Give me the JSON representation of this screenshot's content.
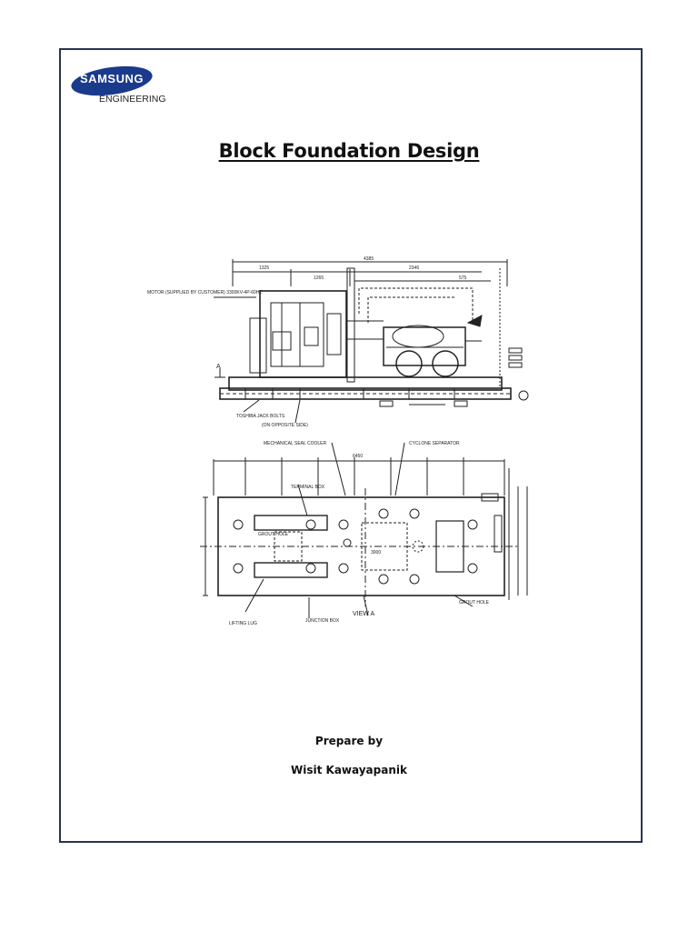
{
  "logo": {
    "brand": "SAMSUNG",
    "division": "ENGINEERING",
    "color": "#1a3a8c"
  },
  "title": "Block Foundation Design",
  "drawing": {
    "elevation_labels": {
      "motor_note": "MOTOR (SUPPLIED BY CUSTOMER) 3300KV-4P-60HZ",
      "jack_bolts": "TOSHIBA JACK BOLTS",
      "opposite_side": "(ON OPPOSITE SIDE)",
      "detail_a": "A",
      "dim_total": "4385",
      "dim_1": "1325",
      "dim_2": "1265",
      "dim_3": "2346",
      "dim_4": "575"
    },
    "plan_labels": {
      "seal_cooler": "MECHANICAL SEAL COOLER",
      "cyclone": "CYCLONE SEPARATOR",
      "terminal_box": "TERMINAL BOX",
      "grout_hole_1": "GROUT HOLE",
      "grout_hole_2": "GROUT HOLE",
      "junction_box": "JUNCTION BOX",
      "lifting_lug": "LIFTING LUG",
      "view_a": "VIEW A",
      "dim_total": "6450",
      "dim_mid": "3000"
    }
  },
  "prepared_label": "Prepare by",
  "author": "Wisit Kawayapanik"
}
